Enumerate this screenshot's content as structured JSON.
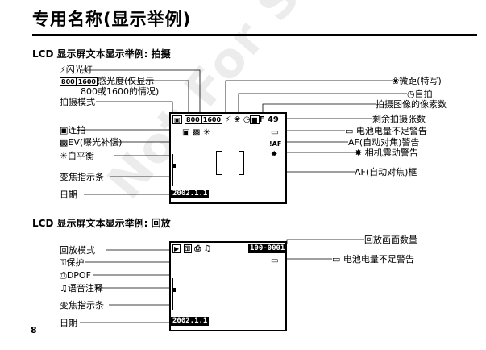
{
  "title": "专用名称(显示举例)",
  "watermark": "Not For Sale",
  "page_number": "8",
  "section1": {
    "heading": "LCD 显示屏文本显示举例: 拍摄",
    "left_labels": {
      "flash": "闪光灯",
      "iso_line1": "感光度(仅显示",
      "iso_line2": "800或1600的情况)",
      "mode": "拍摄模式",
      "continuous": "连拍",
      "ev": "EV(曝光补偿)",
      "wb": "白平衡",
      "zoom": "变焦指示条",
      "date": "日期"
    },
    "right_labels": {
      "macro": "微距(特写)",
      "self_timer": "自拍",
      "pixels": "拍摄图像的像素数",
      "shots": "剩余拍摄张数",
      "battery": "电池电量不足警告",
      "af_warn": "AF(自动对焦)警告",
      "shake": "相机震动警告",
      "af_frame": "AF(自动对焦)框"
    },
    "lcd": {
      "iso_badges": [
        "800",
        "1600"
      ],
      "quality": "F",
      "shots_value": "49",
      "date_value": "2002.1.1",
      "af_icon_text": "!AF"
    }
  },
  "section2": {
    "heading": "LCD 显示屏文本显示举例: 回放",
    "left_labels": {
      "mode": "回放模式",
      "protect": "保护",
      "dpof": "DPOF",
      "voice": "语音注释",
      "zoom": "变焦指示条",
      "date": "日期"
    },
    "right_labels": {
      "frame_count": "回放画面数量",
      "battery": "电池电量不足警告"
    },
    "lcd": {
      "frame_value": "100-0001",
      "date_value": "2002.1.1"
    }
  },
  "icons": {
    "flash": "flash-icon",
    "macro": "macro-icon",
    "self_timer": "self-timer-icon",
    "battery": "battery-icon",
    "continuous": "continuous-icon",
    "ev": "ev-icon",
    "wb": "white-balance-icon",
    "camera_shake": "camera-shake-icon",
    "protect": "protect-icon",
    "dpof": "dpof-icon",
    "voice": "microphone-icon"
  }
}
